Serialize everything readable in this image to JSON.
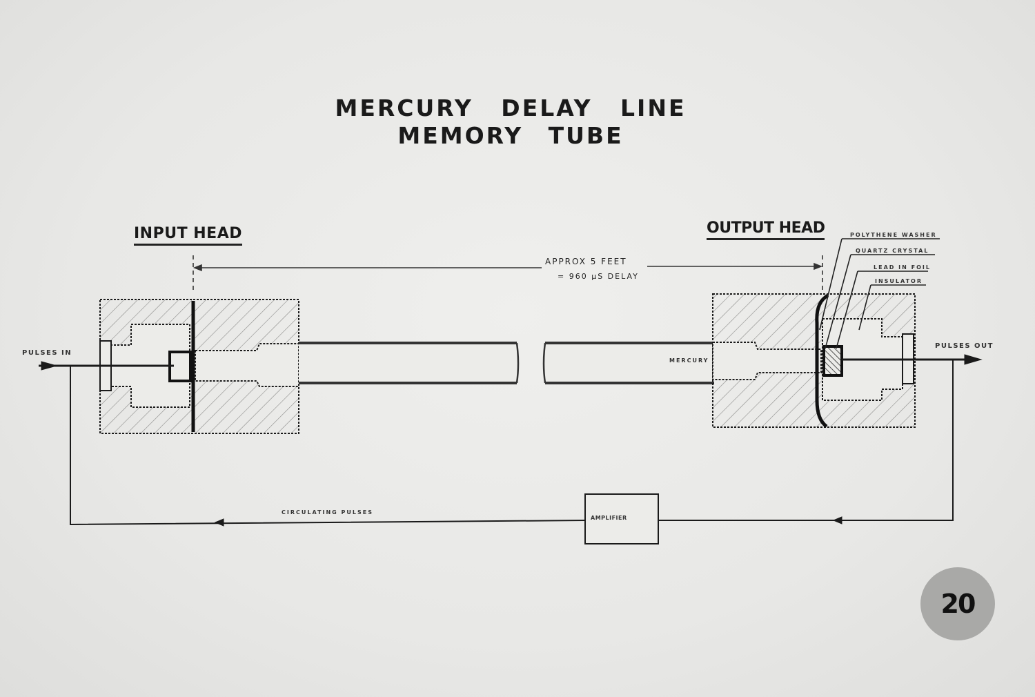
{
  "title": {
    "line1": "MERCURY DELAY LINE",
    "line2": "MEMORY TUBE"
  },
  "labels": {
    "input_head": "INPUT HEAD",
    "output_head": "OUTPUT HEAD",
    "length": "APPROX 5 FEET",
    "delay": "= 960 µS DELAY",
    "pulses_in": "PULSES IN",
    "pulses_out": "PULSES OUT",
    "mercury": "MERCURY",
    "amplifier": "AMPLIFIER",
    "circulating": "CIRCULATING PULSES"
  },
  "callouts": [
    {
      "label": "POLYTHENE WASHER"
    },
    {
      "label": "QUARTZ CRYSTAL"
    },
    {
      "label": "LEAD IN FOIL"
    },
    {
      "label": "INSULATOR"
    }
  ],
  "slide_number": "20",
  "colors": {
    "background": "#e9e9e7",
    "ink": "#1a1a1a",
    "badge": "#a9a9a7"
  }
}
